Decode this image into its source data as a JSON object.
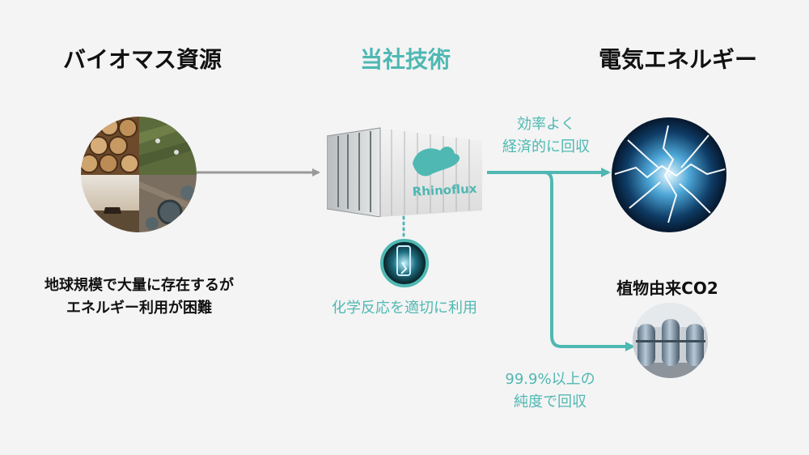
{
  "columns": {
    "left_title": "バイオマス資源",
    "center_title": "当社技術",
    "right_title": "電気エネルギー"
  },
  "left_caption": [
    "地球規模で大量に存在するが",
    "エネルギー利用が困難"
  ],
  "center_caption": "化学反応を適切に利用",
  "container_brand": "Rhinoflux",
  "upper_label": [
    "効率よく",
    "経済的に回収"
  ],
  "co2_title": "植物由来CO2",
  "lower_label": [
    "99.9%以上の",
    "純度で回収"
  ],
  "colors": {
    "accent": "#4fb8b3",
    "gray_arrow": "#999999",
    "background": "#f4f4f4"
  },
  "icons": [
    "biomass-collage-icon",
    "shipping-container-icon",
    "reactor-closeup-icon",
    "electricity-icon",
    "gas-tanks-icon"
  ]
}
